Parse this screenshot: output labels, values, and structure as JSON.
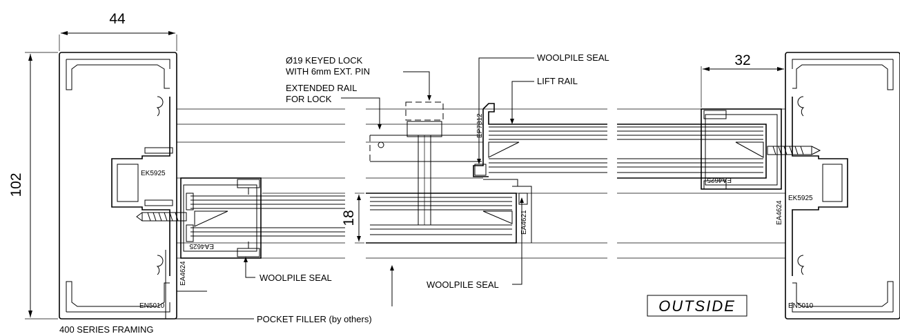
{
  "dimensions": {
    "frame_width": "44",
    "frame_height": "102",
    "rail_height": "18",
    "right_offset": "32"
  },
  "labels": {
    "lock_line1": "Ø19 KEYED LOCK",
    "lock_line2": "WITH 6mm EXT. PIN",
    "rail_line1": "EXTENDED RAIL",
    "rail_line2": "FOR LOCK",
    "woolpile_top": "WOOLPILE SEAL",
    "lift_rail": "LIFT RAIL",
    "woolpile_left": "WOOLPILE SEAL",
    "woolpile_mid": "WOOLPILE SEAL",
    "pocket_filler": "POCKET FILLER (by others)",
    "series": "400 SERIES FRAMING",
    "outside": "OUTSIDE"
  },
  "profile_codes": {
    "ek5925_left": "EK5925",
    "ek5925_right": "EK5925",
    "en5010_left": "EN5010",
    "en5010_right": "EN5010",
    "ea4624_left": "EA4624",
    "ea4624_right": "EA4624",
    "ea4625_left": "EA4625",
    "ea4625_right": "EA4625",
    "ea4621": "EA4621",
    "ep7812": "EP7812"
  }
}
